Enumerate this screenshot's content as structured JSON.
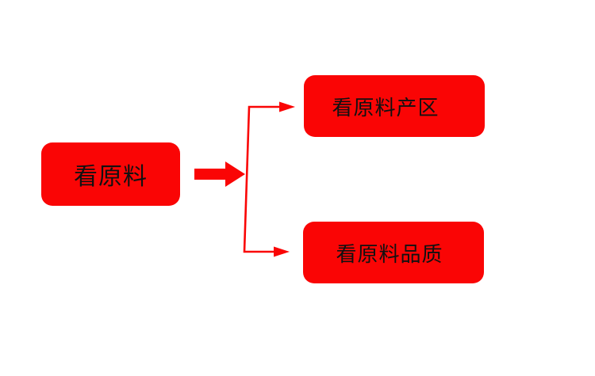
{
  "page": {
    "background": "#ffffff"
  },
  "colors": {
    "shape_red": "#fa0505",
    "text_black": "#111111"
  },
  "diagram": {
    "root": {
      "label": "看原料"
    },
    "branches": [
      {
        "label": "看原料产区"
      },
      {
        "label": "看原料品质"
      }
    ]
  }
}
